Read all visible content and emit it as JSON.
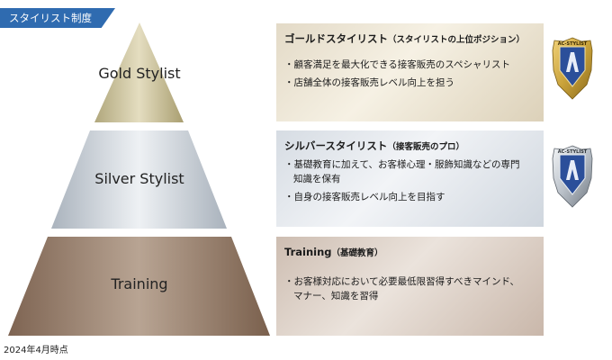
{
  "header_tag": "スタイリスト制度",
  "tiers": [
    {
      "label": "Gold Stylist",
      "title": "ゴールドスタイリスト",
      "subtitle": "（スタイリストの上位ポジション）",
      "bullets": [
        "・顧客満足を最大化できる接客販売のスペシャリスト",
        "・店舗全体の接客販売レベル向上を担う"
      ]
    },
    {
      "label": "Silver Stylist",
      "title": "シルバースタイリスト",
      "subtitle": "（接客販売のプロ）",
      "bullets": [
        "・基礎教育に加えて、お客様心理・服飾知識などの専門",
        "知識を保有",
        "・自身の接客販売レベル向上を目指す"
      ]
    },
    {
      "label": "Training",
      "title": "Training",
      "subtitle": "（基礎教育）",
      "bullets": [
        "・お客様対応において必要最低限習得すべきマインド、",
        "マナー、知識を習得"
      ]
    }
  ],
  "badges": {
    "gold_text": "AC-STYLIST",
    "silver_text": "AC-STYLIST",
    "gold_color": "#c9a23a",
    "silver_color": "#b9c0c8",
    "emblem_color": "#2b4f9a"
  },
  "footnote": "2024年4月時点",
  "colors": {
    "tag_bg": "#2f6bb0",
    "gold": "#c8be96",
    "silver": "#c9d1da",
    "training": "#8e7561"
  }
}
